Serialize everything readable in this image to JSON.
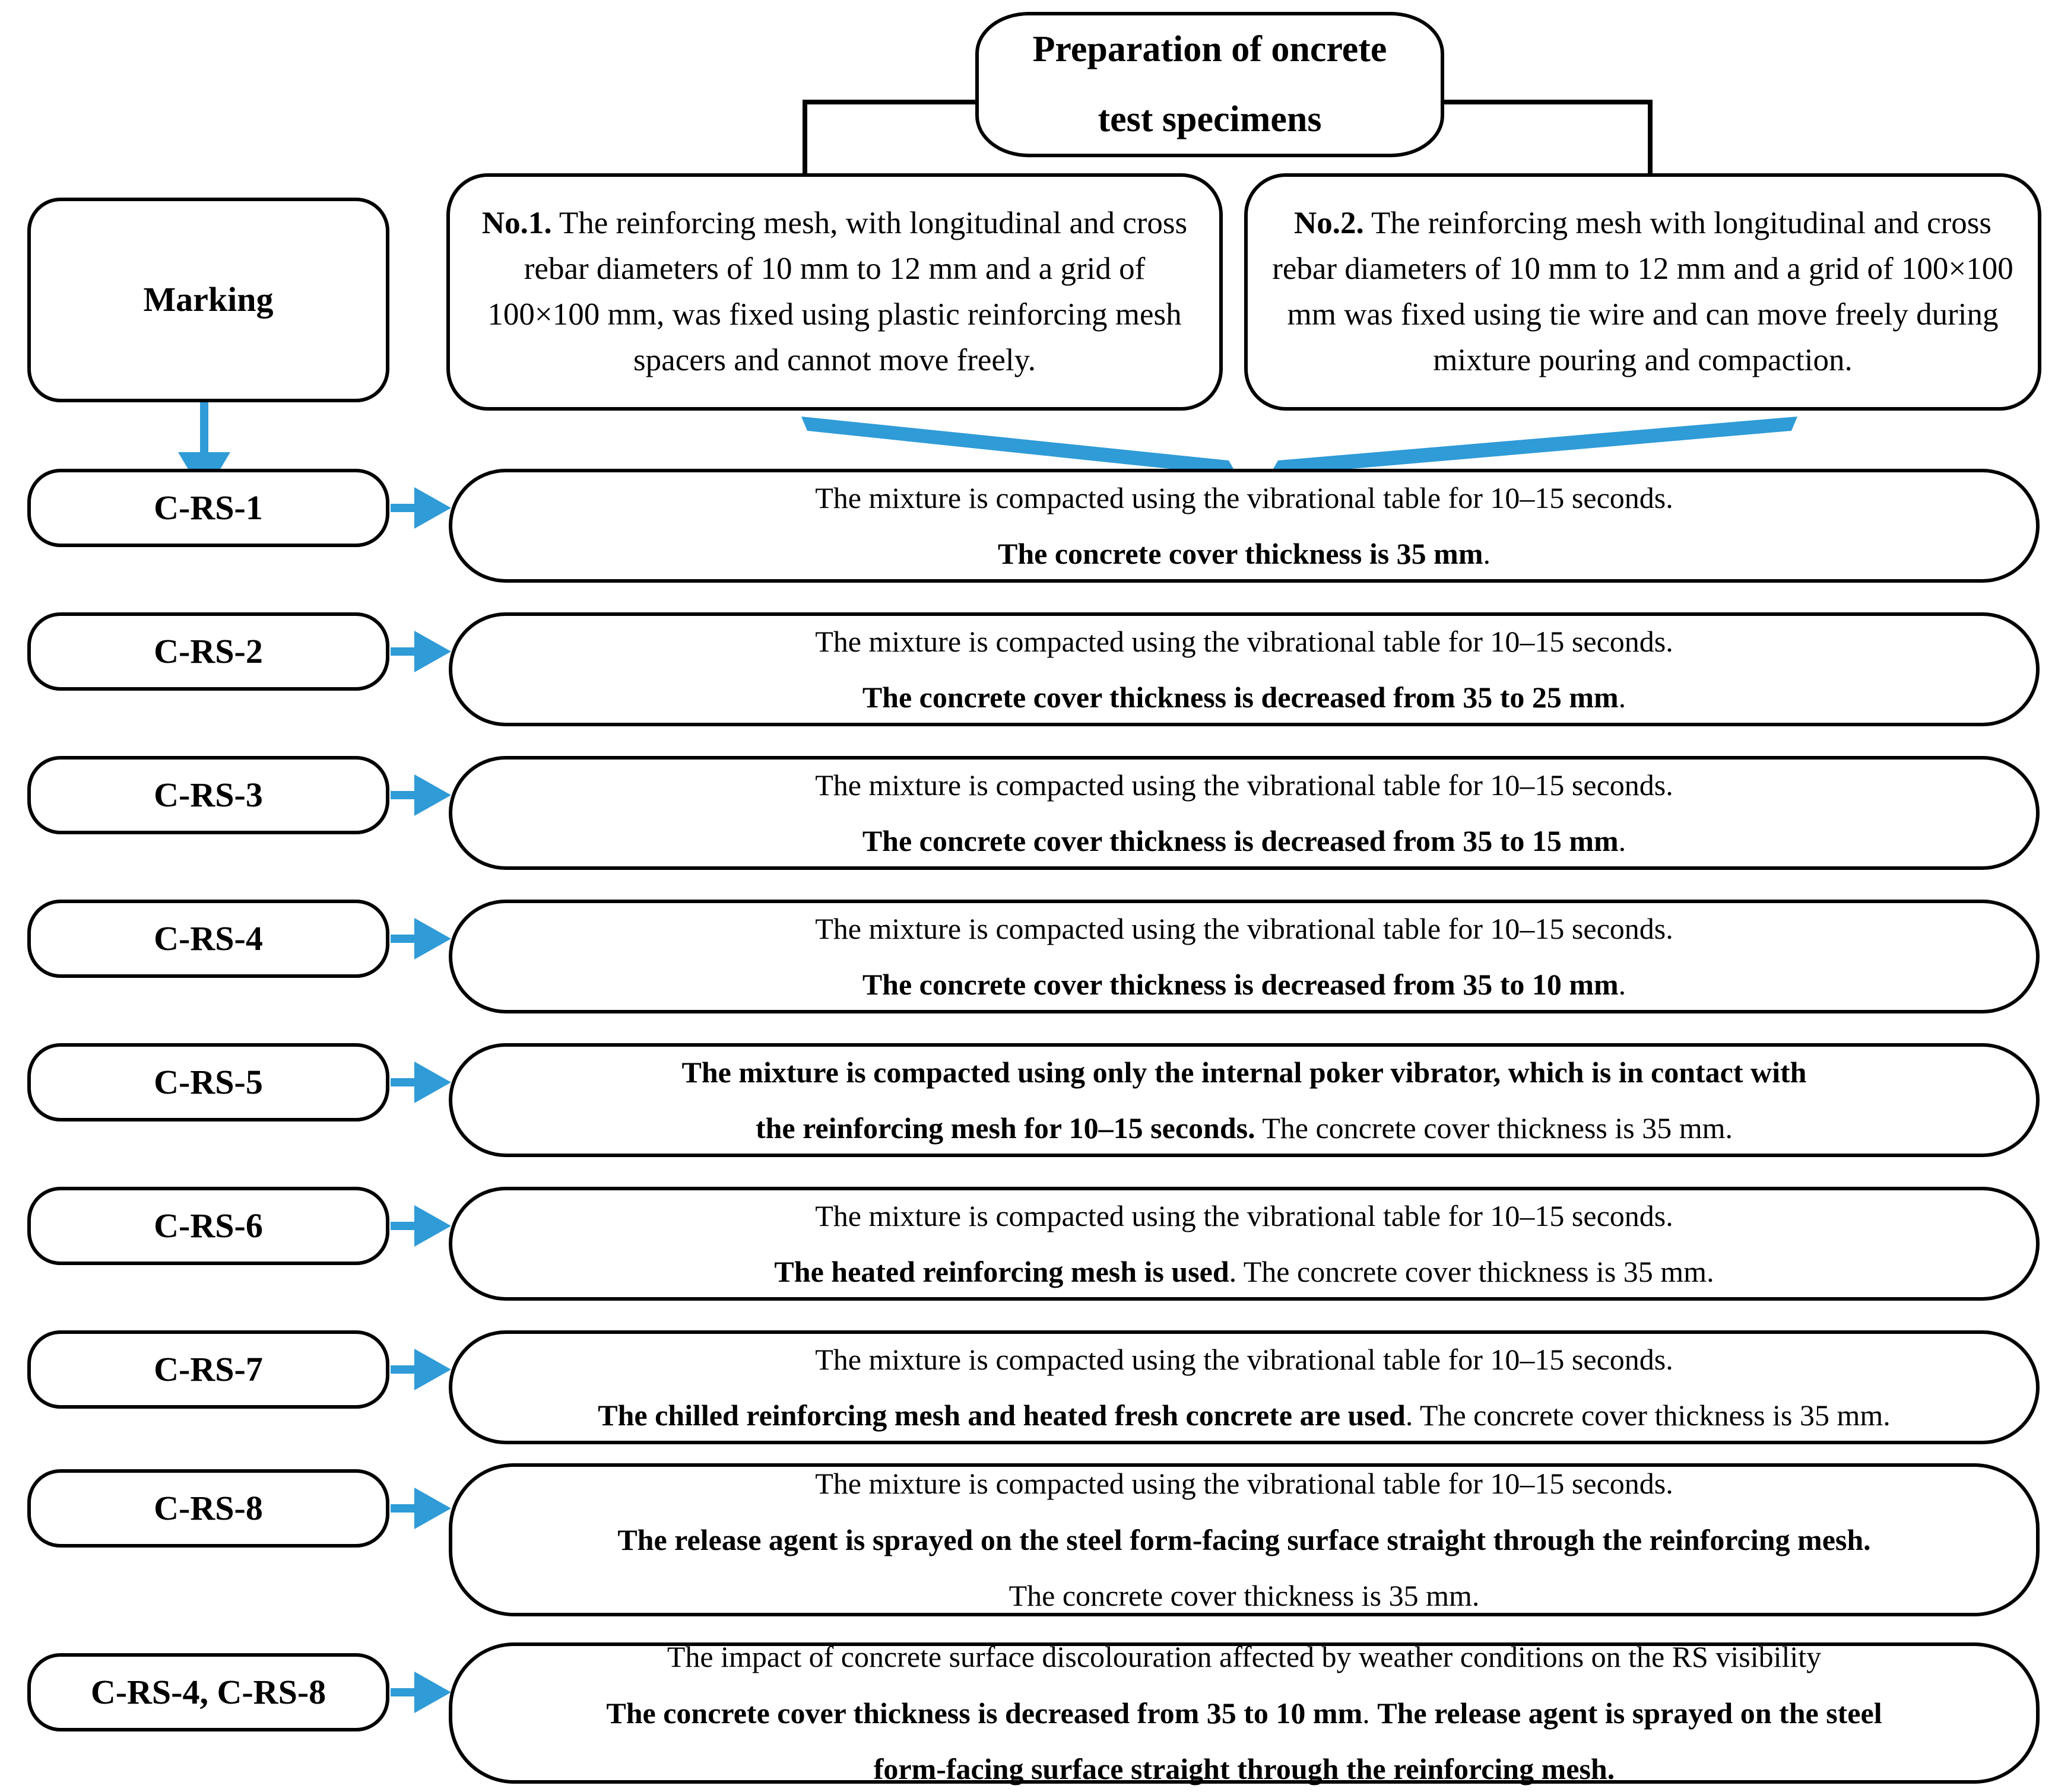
{
  "diagram": {
    "title_lines": [
      "Preparation of oncrete",
      "test specimens"
    ],
    "branches": [
      {
        "id": "no-1",
        "prefix": "No.1.",
        "text": " The reinforcing mesh, with longitudinal and cross rebar diameters of 10 mm to 12 mm and a grid of 100×100 mm, was fixed using plastic reinforcing mesh spacers and cannot move freely."
      },
      {
        "id": "no-2",
        "prefix": "No.2.",
        "text": " The reinforcing mesh with longitudinal and cross rebar diameters of 10 mm to 12 mm and a grid of 100×100 mm was fixed using tie wire and can move freely during mixture pouring and compaction."
      }
    ],
    "marking_label": "Marking",
    "rows": [
      {
        "label": "C-RS-1",
        "lines": [
          {
            "normal_prefix": "The mixture is compacted using the vibrational table for 10–15 seconds.",
            "bold": "",
            "normal_suffix": ""
          },
          {
            "normal_prefix": "",
            "bold": "The concrete cover thickness is 35 mm",
            "normal_suffix": "."
          }
        ]
      },
      {
        "label": "C-RS-2",
        "lines": [
          {
            "normal_prefix": "The mixture is compacted using the vibrational table for 10–15 seconds.",
            "bold": "",
            "normal_suffix": ""
          },
          {
            "normal_prefix": "",
            "bold": "The concrete cover thickness is decreased from 35 to 25 mm",
            "normal_suffix": "."
          }
        ]
      },
      {
        "label": "C-RS-3",
        "lines": [
          {
            "normal_prefix": "The mixture is compacted using the vibrational table for 10–15 seconds.",
            "bold": "",
            "normal_suffix": ""
          },
          {
            "normal_prefix": "",
            "bold": "The concrete cover thickness is decreased from 35 to 15 mm",
            "normal_suffix": "."
          }
        ]
      },
      {
        "label": "C-RS-4",
        "lines": [
          {
            "normal_prefix": "The mixture is compacted using the vibrational table for 10–15 seconds.",
            "bold": "",
            "normal_suffix": ""
          },
          {
            "normal_prefix": "",
            "bold": "The concrete cover thickness is decreased from 35 to 10 mm",
            "normal_suffix": "."
          }
        ]
      },
      {
        "label": "C-RS-5",
        "lines": [
          {
            "normal_prefix": "",
            "bold": "The mixture is compacted using only the internal poker vibrator, which is in contact with",
            "normal_suffix": ""
          },
          {
            "normal_prefix": "",
            "bold": "the reinforcing mesh for 10–15 seconds.",
            "normal_suffix": " The concrete cover thickness is 35 mm."
          }
        ]
      },
      {
        "label": "C-RS-6",
        "lines": [
          {
            "normal_prefix": "The mixture is compacted using the vibrational table for 10–15 seconds.",
            "bold": "",
            "normal_suffix": ""
          },
          {
            "normal_prefix": "",
            "bold": "The heated reinforcing mesh is used",
            "normal_suffix": ". The concrete cover thickness is 35 mm."
          }
        ]
      },
      {
        "label": "C-RS-7",
        "lines": [
          {
            "normal_prefix": "The mixture is compacted using the vibrational table for 10–15 seconds.",
            "bold": "",
            "normal_suffix": ""
          },
          {
            "normal_prefix": "",
            "bold": "The chilled reinforcing mesh and heated fresh concrete are used",
            "normal_suffix": ". The concrete cover thickness is 35 mm."
          }
        ]
      },
      {
        "label": "C-RS-8",
        "lines": [
          {
            "normal_prefix": "The mixture is compacted using the vibrational table for 10–15 seconds.",
            "bold": "",
            "normal_suffix": ""
          },
          {
            "normal_prefix": "",
            "bold": "The release agent is sprayed on the steel form-facing surface straight through the reinforcing mesh.",
            "normal_suffix": ""
          },
          {
            "normal_prefix": "The concrete cover thickness is 35 mm.",
            "bold": "",
            "normal_suffix": ""
          }
        ]
      },
      {
        "label": "C-RS-4, C-RS-8",
        "lines": [
          {
            "normal_prefix": "The impact of concrete surface discolouration affected by weather conditions on the RS visibility",
            "bold": "",
            "normal_suffix": ""
          },
          {
            "normal_prefix": "",
            "bold": "The concrete cover thickness is decreased from 35 to 10 mm",
            "normal_suffix": ". ",
            "bold2": "The release agent is sprayed on the steel"
          },
          {
            "normal_prefix": "",
            "bold": "form-facing surface straight through the reinforcing mesh.",
            "normal_suffix": ""
          }
        ]
      }
    ],
    "colors": {
      "arrow_blue": "#2f9bd7",
      "outline_black": "#000000",
      "background": "#ffffff"
    }
  }
}
